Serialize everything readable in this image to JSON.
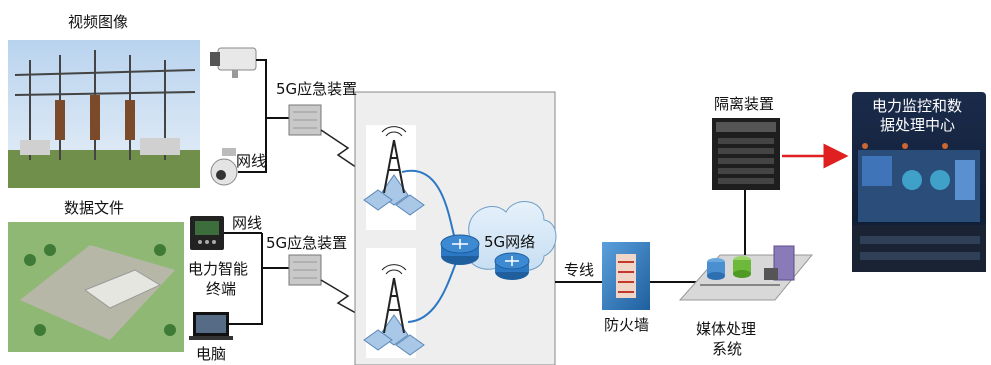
{
  "labels": {
    "video": "视频图像",
    "data_file": "数据文件",
    "emergency_device_1": "5G应急装置",
    "emergency_device_2": "5G应急装置",
    "network_cable_1": "网线",
    "network_cable_2": "网线",
    "power_terminal_line1": "电力智能",
    "power_terminal_line2": "终端",
    "computer": "电脑",
    "network_5g": "5G网络",
    "dedicated_line": "专线",
    "firewall": "防火墙",
    "isolation_device": "隔离装置",
    "media_line1": "媒体处理",
    "media_line2": "系统",
    "center_line1": "电力监控和数",
    "center_line2": "据处理中心"
  },
  "colors": {
    "link_blue": "#2d78c4",
    "arrow_red": "#e02020",
    "panel_gray": "#eeeeee"
  }
}
